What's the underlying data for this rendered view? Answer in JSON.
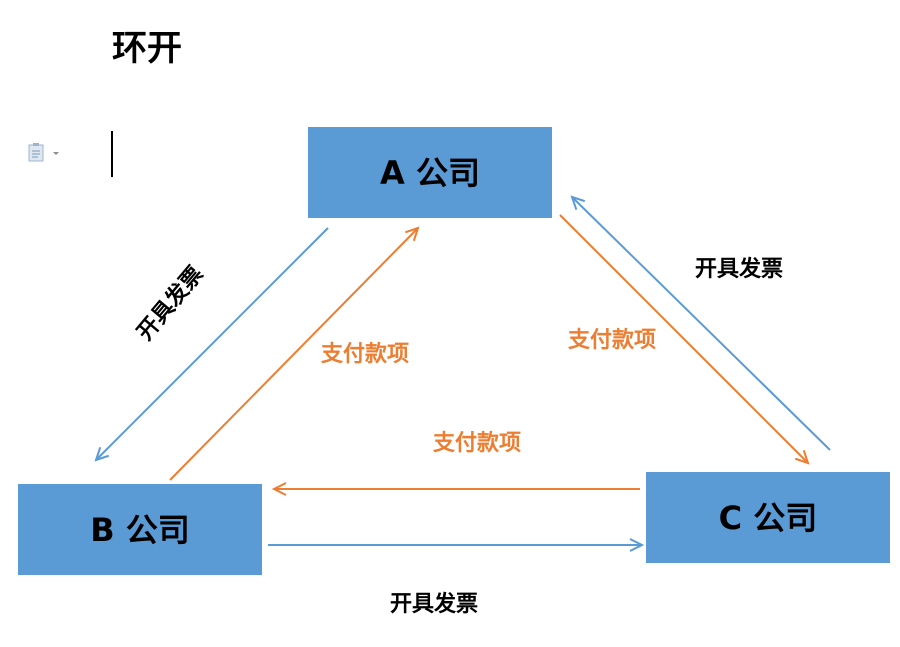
{
  "title": "环开",
  "icons": {
    "paste_options": "paste-options-icon"
  },
  "colors": {
    "box_fill": "#5b9bd5",
    "box_text": "#000000"
  },
  "nodes": {
    "a": {
      "label": "A 公司"
    },
    "b": {
      "label": "B 公司"
    },
    "c": {
      "label": "C 公司"
    }
  },
  "edges": {
    "a_to_b": {
      "label": "开具发票",
      "color": "#5b9bd5",
      "label_color": "#000000"
    },
    "b_to_a": {
      "label": "支付款项",
      "color": "#ed7d31",
      "label_color": "#ed7d31"
    },
    "a_to_c": {
      "label": "支付款项",
      "color": "#ed7d31",
      "label_color": "#ed7d31"
    },
    "c_to_a": {
      "label": "开具发票",
      "color": "#5b9bd5",
      "label_color": "#000000"
    },
    "c_to_b": {
      "label": "支付款项",
      "color": "#ed7d31",
      "label_color": "#ed7d31"
    },
    "b_to_c": {
      "label": "开具发票",
      "color": "#5b9bd5",
      "label_color": "#000000"
    }
  }
}
